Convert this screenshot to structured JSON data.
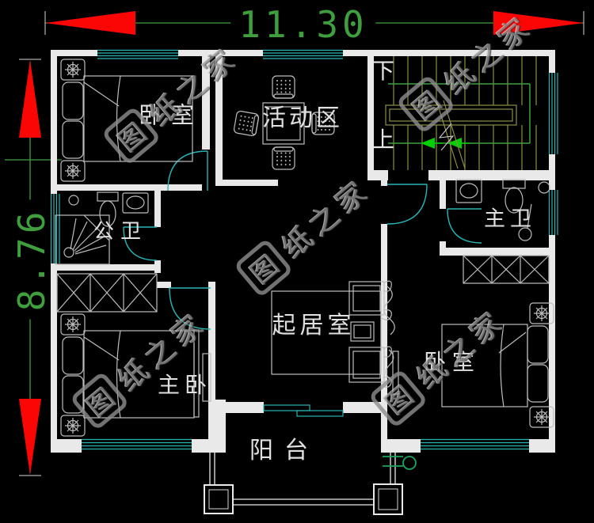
{
  "dimensions": {
    "top": {
      "value": "11.30"
    },
    "left": {
      "value": "8.76"
    }
  },
  "rooms": {
    "bedroom_top_left": "卧室",
    "activity_area": "活动区",
    "shared_bathroom": "公卫",
    "master_bathroom": "主卫",
    "living_room": "起居室",
    "master_bedroom": "主卧",
    "bedroom_bottom_right": "卧室",
    "balcony": "阳台"
  },
  "stairs": {
    "down": "下",
    "up": "上"
  },
  "watermark": {
    "logo": "图",
    "text": "纸之家"
  },
  "colors": {
    "background": "#000000",
    "wall": "#e9e9e9",
    "furniture": "#bdbdbd",
    "label": "#e0e0e0",
    "cyan": "#2ab5b5",
    "green": "#3f9f3f",
    "green_bright": "#00cf00",
    "drain_green": "#1fa55f",
    "olive": "#8e8e4a",
    "red": "#fb0505",
    "watermark": "#8f8f8f"
  }
}
